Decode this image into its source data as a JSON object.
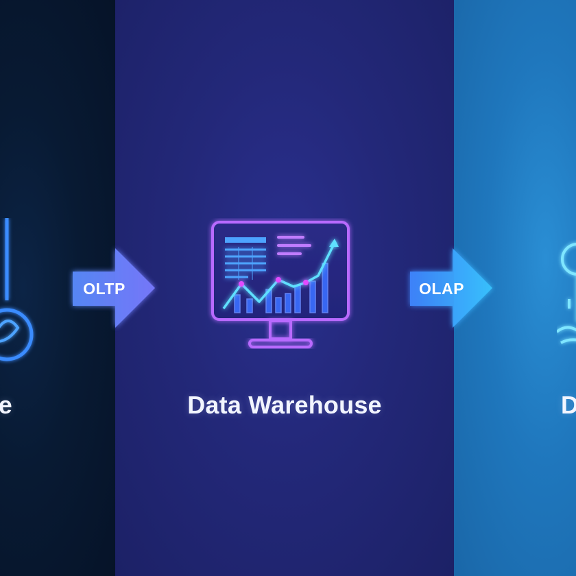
{
  "diagram": {
    "stages": [
      {
        "id": "source",
        "label": "e"
      },
      {
        "id": "warehouse",
        "label": "Data Warehouse"
      },
      {
        "id": "destination",
        "label": "D"
      }
    ],
    "connectors": [
      {
        "label": "OLTP"
      },
      {
        "label": "OLAP"
      }
    ]
  },
  "colors": {
    "panel_left": "#081a33",
    "panel_center": "#232879",
    "panel_right": "#1f77bd",
    "neon_purple": "#b86bff",
    "neon_blue": "#4da3ff",
    "neon_cyan": "#5fe0ff"
  },
  "icons": {
    "source": "database-icon",
    "warehouse": "analytics-monitor-icon",
    "destination": "lightbulb-icon"
  }
}
